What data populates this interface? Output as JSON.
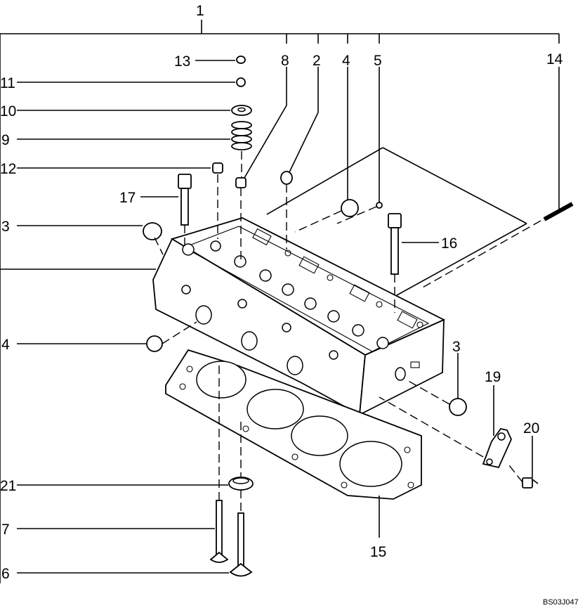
{
  "figure": {
    "drawing_code": "BS03J047",
    "callouts": [
      "1",
      "2",
      "3",
      "3",
      "4",
      "4",
      "5",
      "6",
      "7",
      "8",
      "9",
      "10",
      "11",
      "12",
      "13",
      "14",
      "15",
      "16",
      "17",
      "19",
      "20",
      "21"
    ]
  }
}
